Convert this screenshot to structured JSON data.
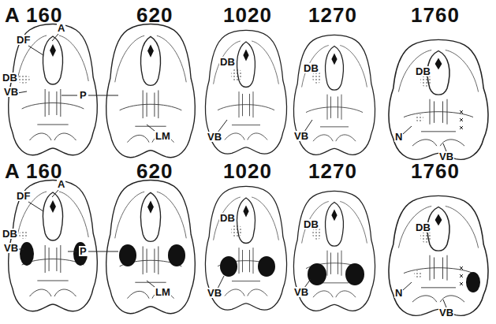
{
  "diagram": {
    "labels": [
      "A 160",
      "620",
      "1020",
      "1270",
      "1760",
      "DF",
      "A",
      "DB",
      "VB",
      "P",
      "LM",
      "DB",
      "VB",
      "DB",
      "VB",
      "DB",
      "N",
      "VB",
      "A 160",
      "620",
      "1020",
      "1270",
      "1760",
      "DF",
      "A",
      "DB",
      "VB",
      "P",
      "LM",
      "DB",
      "VB",
      "DB",
      "VB",
      "DB",
      "N",
      "VB"
    ]
  }
}
